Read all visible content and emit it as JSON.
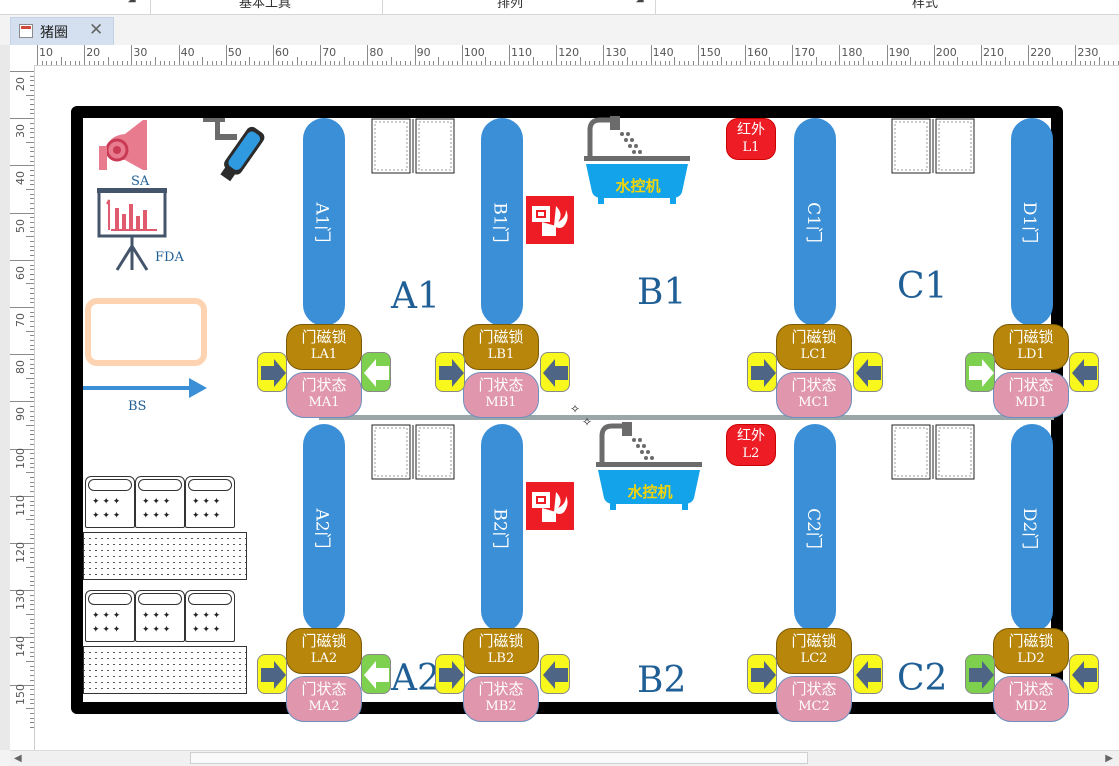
{
  "toolbar": {
    "groups": [
      "基本工具",
      "排列",
      "样式"
    ]
  },
  "tab": {
    "label": "猪圈",
    "close": "✕"
  },
  "ruler_h": [
    "10",
    "20",
    "30",
    "40",
    "50",
    "60",
    "70",
    "80",
    "90",
    "100",
    "110",
    "120",
    "130",
    "140",
    "150",
    "160",
    "170",
    "180",
    "190",
    "200",
    "210",
    "220",
    "230"
  ],
  "ruler_v": [
    "20",
    "30",
    "40",
    "50",
    "60",
    "70",
    "80",
    "90",
    "100",
    "110",
    "120",
    "130",
    "140",
    "150"
  ],
  "legend": {
    "sa": "SA",
    "fda": "FDA",
    "bs": "BS"
  },
  "zones": [
    "A1",
    "B1",
    "C1",
    "A2",
    "B2",
    "C2"
  ],
  "pillars": [
    "A1门",
    "B1门",
    "C1门",
    "D1门",
    "A2门",
    "B2门",
    "C2门",
    "D2门"
  ],
  "locks": [
    {
      "title": "门磁锁",
      "code": "LA1"
    },
    {
      "title": "门磁锁",
      "code": "LB1"
    },
    {
      "title": "门磁锁",
      "code": "LC1"
    },
    {
      "title": "门磁锁",
      "code": "LD1"
    },
    {
      "title": "门磁锁",
      "code": "LA2"
    },
    {
      "title": "门磁锁",
      "code": "LB2"
    },
    {
      "title": "门磁锁",
      "code": "LC2"
    },
    {
      "title": "门磁锁",
      "code": "LD2"
    }
  ],
  "states": [
    {
      "title": "门状态",
      "code": "MA1"
    },
    {
      "title": "门状态",
      "code": "MB1"
    },
    {
      "title": "门状态",
      "code": "MC1"
    },
    {
      "title": "门状态",
      "code": "MD1"
    },
    {
      "title": "门状态",
      "code": "MA2"
    },
    {
      "title": "门状态",
      "code": "MB2"
    },
    {
      "title": "门状态",
      "code": "MC2"
    },
    {
      "title": "门状态",
      "code": "MD2"
    }
  ],
  "infrared": [
    {
      "title": "红外",
      "code": "L1"
    },
    {
      "title": "红外",
      "code": "L2"
    }
  ],
  "water": [
    "水控机",
    "水控机"
  ],
  "colors": {
    "pillar": "#3b8fd6",
    "lock": "#b7860b",
    "state": "#e096ad",
    "arrow_yellow": "#f8f81c",
    "arrow_green": "#7ed04f",
    "alarm_red": "#ee1c25",
    "zone_text": "#1f5f95"
  }
}
